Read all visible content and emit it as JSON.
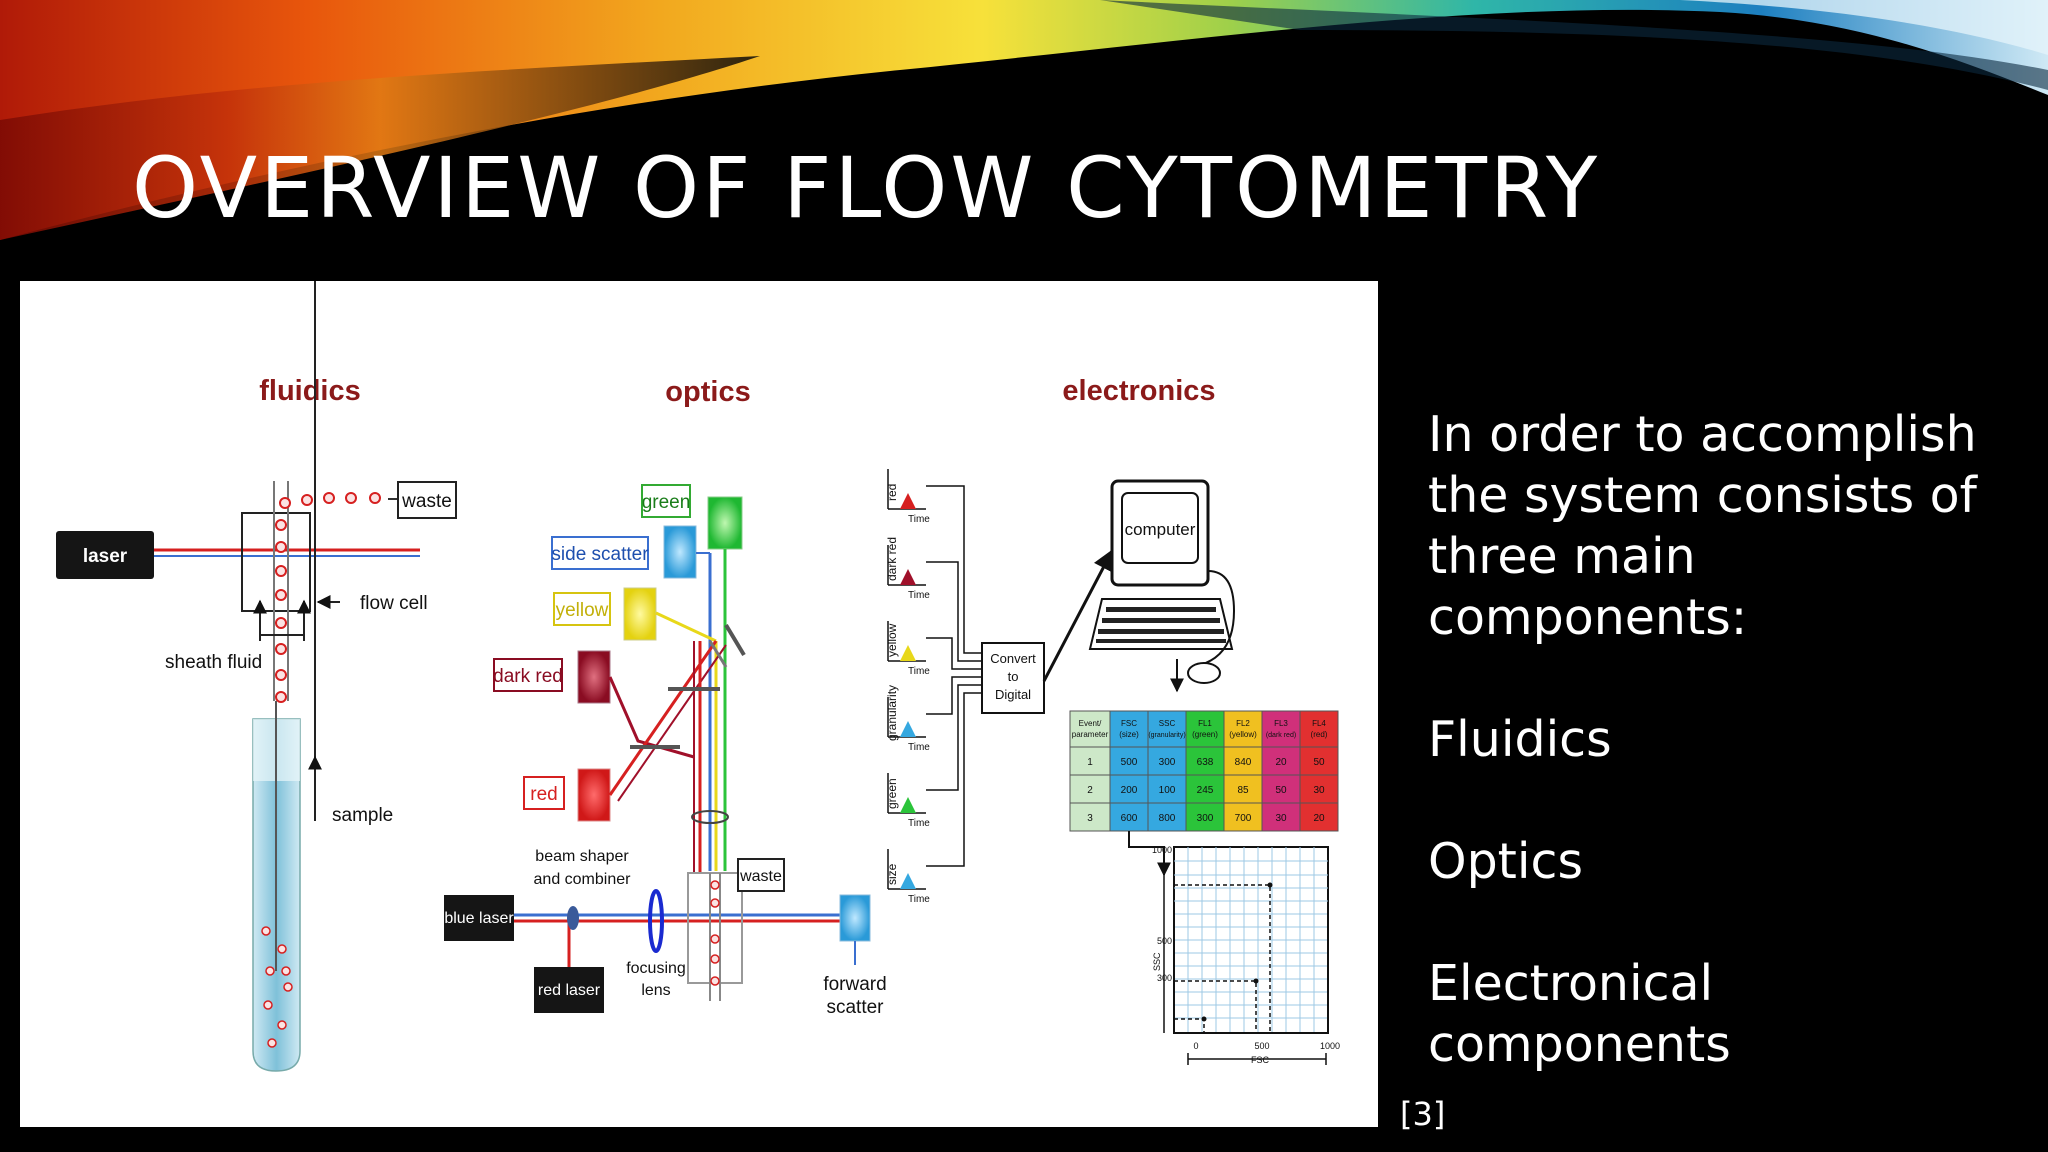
{
  "slide": {
    "title": "OVERVIEW OF FLOW CYTOMETRY",
    "side_text": {
      "intro_lines": [
        "In order to accomplish",
        "the system consists of",
        "three main",
        "components:"
      ],
      "components": [
        "Fluidics",
        "Optics",
        "Electronical components"
      ]
    },
    "citation": "[3]"
  },
  "figure": {
    "section_headings": {
      "fluidics": "fluidics",
      "optics": "optics",
      "electronics": "electronics"
    },
    "fluidics": {
      "laser": "laser",
      "waste": "waste",
      "flow_cell": "flow cell",
      "sheath_fluid": "sheath fluid",
      "sample": "sample"
    },
    "optics": {
      "green": "green",
      "side_scatter": "side scatter",
      "yellow": "yellow",
      "dark_red": "dark red",
      "red": "red",
      "beam_shaper_1": "beam shaper",
      "beam_shaper_2": "and combiner",
      "blue_laser": "blue laser",
      "red_laser": "red laser",
      "focusing_1": "focusing",
      "focusing_2": "lens",
      "waste": "waste",
      "forward_1": "forward",
      "forward_2": "scatter"
    },
    "electronics": {
      "signal_labels": [
        "red",
        "dark red",
        "yellow",
        "granularity",
        "green",
        "size"
      ],
      "time_label": "Time",
      "convert_1": "Convert",
      "convert_2": "to",
      "convert_3": "Digital",
      "computer": "computer",
      "table_headers": [
        [
          "Event/",
          "parameter"
        ],
        [
          "FSC",
          "(size)"
        ],
        [
          "SSC",
          "(granularity)"
        ],
        [
          "FL1",
          "(green)"
        ],
        [
          "FL2",
          "(yellow)"
        ],
        [
          "FL3",
          "(dark red)"
        ],
        [
          "FL4",
          "(red)"
        ]
      ],
      "table_rows": [
        [
          "1",
          "500",
          "300",
          "638",
          "840",
          "20",
          "50"
        ],
        [
          "2",
          "200",
          "100",
          "245",
          "85",
          "50",
          "30"
        ],
        [
          "3",
          "600",
          "800",
          "300",
          "700",
          "30",
          "20"
        ]
      ],
      "plot_y_ticks": [
        "1000",
        "500",
        "300"
      ],
      "plot_x_ticks": [
        "0",
        "500",
        "1000"
      ],
      "plot_ylabel": "SSC",
      "plot_xlabel": "FSC"
    }
  },
  "colors": {
    "background": "#000000",
    "text": "#ffffff",
    "figure_heading": "#8b1a1a",
    "laser_red": "#d62020",
    "laser_blue": "#3a6fd0",
    "green": "#2bc43a",
    "yellow": "#e8d81a",
    "dark_red": "#a0102a",
    "cyan_box": "#35a8e0"
  }
}
